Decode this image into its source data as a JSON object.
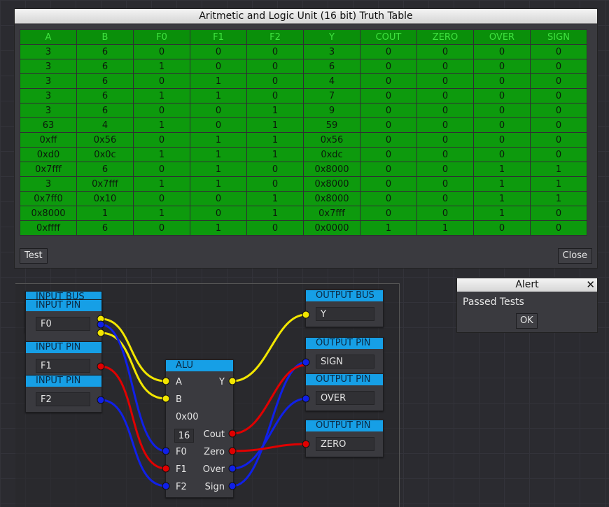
{
  "truth_table": {
    "title": "Aritmetic and Logic Unit (16 bit) Truth Table",
    "columns": [
      "A",
      "B",
      "F0",
      "F1",
      "F2",
      "Y",
      "COUT",
      "ZERO",
      "OVER",
      "SIGN"
    ],
    "rows": [
      [
        "3",
        "6",
        "0",
        "0",
        "0",
        "3",
        "0",
        "0",
        "0",
        "0"
      ],
      [
        "3",
        "6",
        "1",
        "0",
        "0",
        "6",
        "0",
        "0",
        "0",
        "0"
      ],
      [
        "3",
        "6",
        "0",
        "1",
        "0",
        "4",
        "0",
        "0",
        "0",
        "0"
      ],
      [
        "3",
        "6",
        "1",
        "1",
        "0",
        "7",
        "0",
        "0",
        "0",
        "0"
      ],
      [
        "3",
        "6",
        "0",
        "0",
        "1",
        "9",
        "0",
        "0",
        "0",
        "0"
      ],
      [
        "63",
        "4",
        "1",
        "0",
        "1",
        "59",
        "0",
        "0",
        "0",
        "0"
      ],
      [
        "0xff",
        "0x56",
        "0",
        "1",
        "1",
        "0x56",
        "0",
        "0",
        "0",
        "0"
      ],
      [
        "0xd0",
        "0x0c",
        "1",
        "1",
        "1",
        "0xdc",
        "0",
        "0",
        "0",
        "0"
      ],
      [
        "0x7fff",
        "6",
        "0",
        "1",
        "0",
        "0x8000",
        "0",
        "0",
        "1",
        "1"
      ],
      [
        "3",
        "0x7fff",
        "1",
        "1",
        "0",
        "0x8000",
        "0",
        "0",
        "1",
        "1"
      ],
      [
        "0x7ff0",
        "0x10",
        "0",
        "0",
        "1",
        "0x8000",
        "0",
        "0",
        "1",
        "1"
      ],
      [
        "0x8000",
        "1",
        "1",
        "0",
        "1",
        "0x7fff",
        "0",
        "0",
        "1",
        "0"
      ],
      [
        "0xffff",
        "6",
        "0",
        "1",
        "0",
        "0x0000",
        "1",
        "1",
        "0",
        "0"
      ]
    ],
    "test_label": "Test",
    "close_label": "Close"
  },
  "nodes": {
    "input_bus_label": "INPUT BUS",
    "input_pin_label": "INPUT PIN",
    "output_bus_label": "OUTPUT BUS",
    "output_pin_label": "OUTPUT PIN",
    "alu_label": "ALU",
    "pin_f0": "F0",
    "pin_f1": "F1",
    "pin_f2": "F2",
    "out_y": "Y",
    "out_sign": "SIGN",
    "out_over": "OVER",
    "out_zero": "ZERO",
    "alu_ports": {
      "a": "A",
      "b": "B",
      "y": "Y",
      "cout": "Cout",
      "zero": "Zero",
      "over": "Over",
      "sign": "Sign",
      "f0": "F0",
      "f1": "F1",
      "f2": "F2"
    },
    "alu_value": "0x00",
    "alu_width": "16"
  },
  "alert": {
    "title": "Alert",
    "message": "Passed Tests",
    "ok_label": "OK"
  },
  "colors": {
    "wire_yellow": "#f2e600",
    "wire_red": "#e00000",
    "wire_blue": "#1020e8",
    "node_header": "#169fe6",
    "table_green": "#0d9a0d"
  }
}
